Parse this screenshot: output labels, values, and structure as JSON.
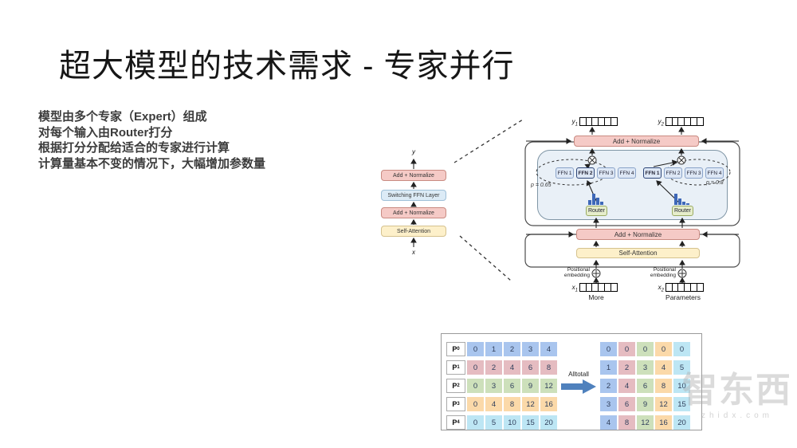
{
  "slide": {
    "title": "超大模型的技术需求 - 专家并行",
    "bullets": [
      "模型由多个专家（Expert）组成",
      "对每个输入由Router打分",
      "根据打分分配给适合的专家进行计算",
      "计算量基本不变的情况下，大幅增加参数量"
    ]
  },
  "mini_diagram": {
    "output_label": "y",
    "input_label": "x",
    "layers": [
      {
        "label": "Add + Normalize",
        "type": "pink"
      },
      {
        "label": "Switching FFN Layer",
        "type": "blue"
      },
      {
        "label": "Add + Normalize",
        "type": "pink"
      },
      {
        "label": "Self-Attention",
        "type": "yellow"
      }
    ]
  },
  "switch_diagram": {
    "add_normalize_top": "Add + Normalize",
    "add_normalize_mid": "Add + Normalize",
    "self_attention": "Self-Attention",
    "router_label": "Router",
    "pos_embedding": [
      "Positional",
      "embedding"
    ],
    "tokens_count": 6,
    "outputs": [
      {
        "base": "y",
        "sub": "1"
      },
      {
        "base": "y",
        "sub": "2"
      }
    ],
    "inputs": [
      {
        "base": "x",
        "sub": "1"
      },
      {
        "base": "x",
        "sub": "2"
      }
    ],
    "bottom_captions": [
      "More",
      "Parameters"
    ],
    "experts_left": {
      "items": [
        "FFN 1",
        "FFN 2",
        "FFN 3",
        "FFN 4"
      ],
      "selected": 1,
      "p": "p = 0.65",
      "hist": [
        6,
        14,
        9,
        4
      ]
    },
    "experts_right": {
      "items": [
        "FFN 1",
        "FFN 2",
        "FFN 3",
        "FFN 4"
      ],
      "selected": 0,
      "p": "p = 0.8",
      "hist": [
        14,
        8,
        4,
        2
      ]
    }
  },
  "alltoall": {
    "label": "Alltotall",
    "row_labels": [
      {
        "base": "P",
        "sub": "0"
      },
      {
        "base": "P",
        "sub": "1"
      },
      {
        "base": "P",
        "sub": "2"
      },
      {
        "base": "P",
        "sub": "3"
      },
      {
        "base": "P",
        "sub": "4"
      }
    ],
    "left_matrix": [
      [
        0,
        1,
        2,
        3,
        4
      ],
      [
        0,
        2,
        4,
        6,
        8
      ],
      [
        0,
        3,
        6,
        9,
        12
      ],
      [
        0,
        4,
        8,
        12,
        16
      ],
      [
        0,
        5,
        10,
        15,
        20
      ]
    ],
    "right_matrix": [
      [
        0,
        0,
        0,
        0,
        0
      ],
      [
        1,
        2,
        3,
        4,
        5
      ],
      [
        2,
        4,
        6,
        8,
        10
      ],
      [
        3,
        6,
        9,
        12,
        15
      ],
      [
        4,
        8,
        12,
        16,
        20
      ]
    ],
    "row_colors": [
      "#a9c5ee",
      "#e5bcc1",
      "#cde0bb",
      "#fbd9a9",
      "#bde6f4"
    ]
  },
  "watermark": {
    "text": "智东西",
    "subtext": "zhidx.com"
  },
  "colors": {
    "block_pink": "#f5cac6",
    "block_blue": "#dcebf6",
    "block_yellow": "#fdf0ca",
    "router_green": "#e6edcb",
    "histogram_blue": "#3e68b8",
    "alltoall_arrow": "#4f81bd"
  }
}
